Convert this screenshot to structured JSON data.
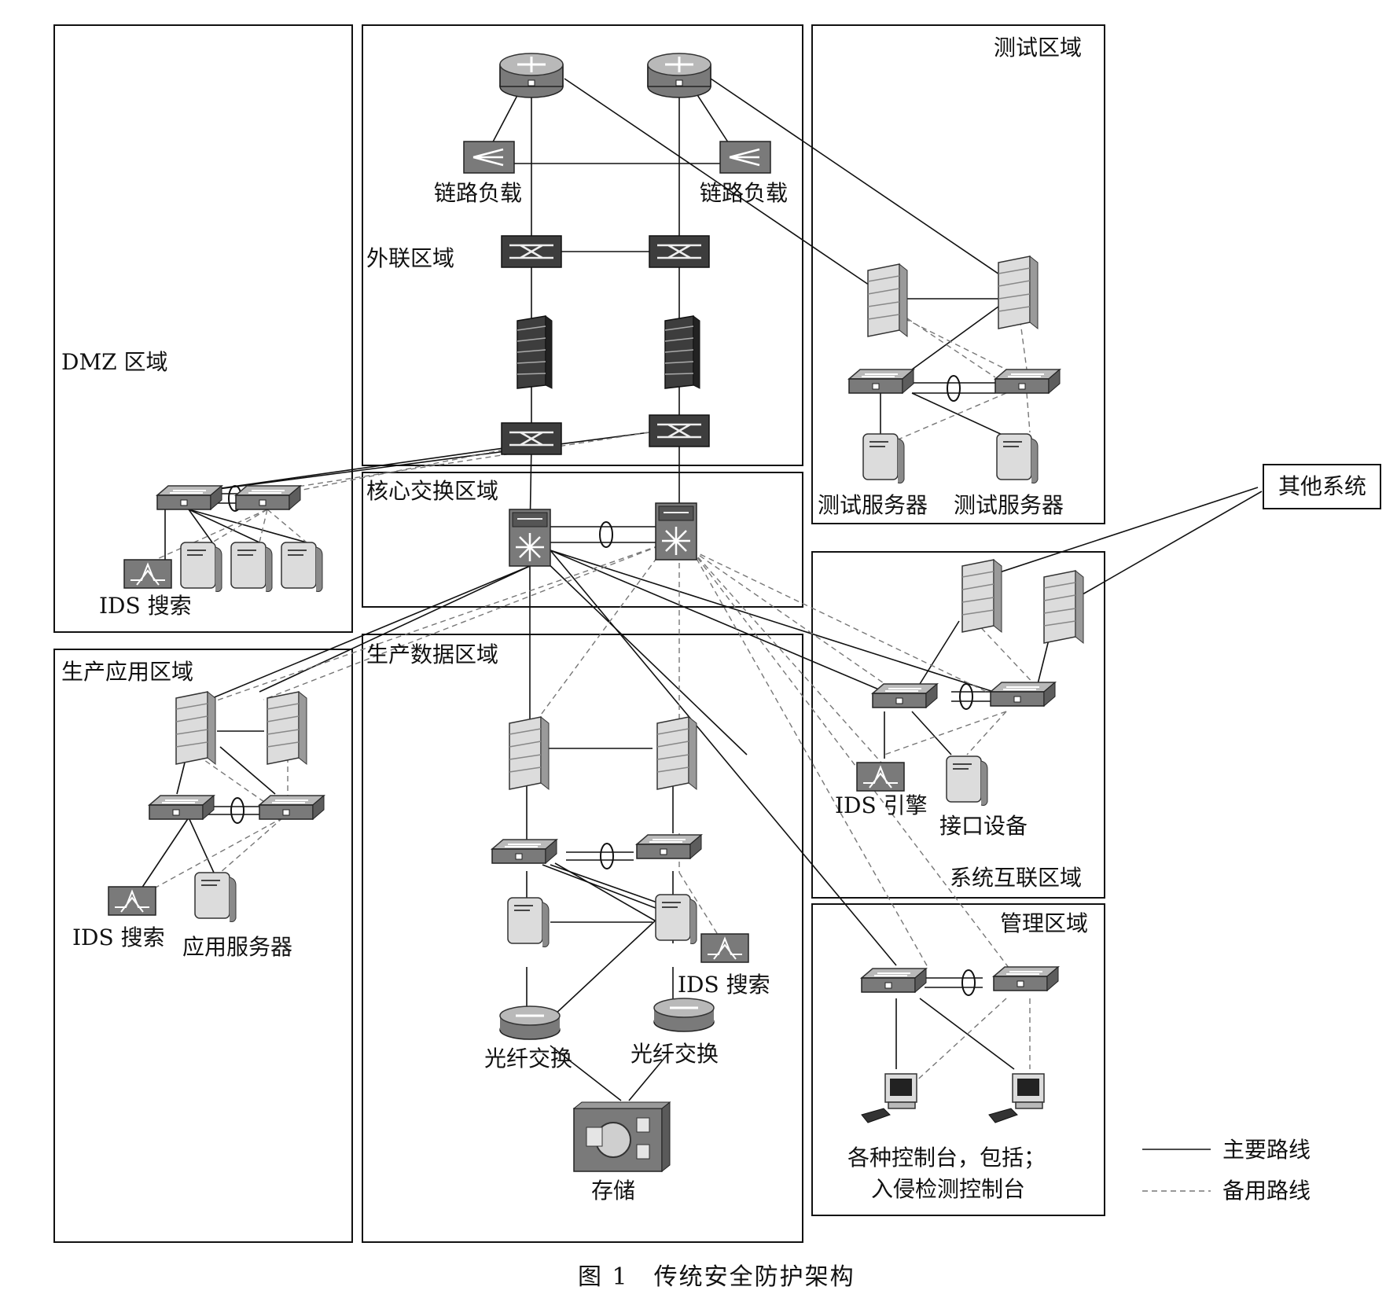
{
  "zones": {
    "dmz": "DMZ 区域",
    "waillian": "外联区域",
    "test": "测试区域",
    "core": "核心交换区域",
    "prod_app": "生产应用区域",
    "prod_data": "生产数据区域",
    "interconnect": "系统互联区域",
    "mgmt": "管理区域"
  },
  "labels": {
    "link_load_left": "链路负载",
    "link_load_right": "链路负载",
    "ids_search_dmz": "IDS 搜索",
    "test_server_1": "测试服务器",
    "test_server_2": "测试服务器",
    "other_systems": "其他系统",
    "ids_engine": "IDS 引擎",
    "interface_device": "接口设备",
    "ids_search_app": "IDS 搜索",
    "app_server": "应用服务器",
    "ids_search_data": "IDS 搜索",
    "fiber_switch_left": "光纤交换",
    "fiber_switch_right": "光纤交换",
    "storage": "存储",
    "consoles_line1": "各种控制台，包括；",
    "consoles_line2": "入侵检测控制台"
  },
  "legend": {
    "main_route": "主要路线",
    "backup_route": "备用路线"
  },
  "caption": "图 1　传统安全防护架构"
}
